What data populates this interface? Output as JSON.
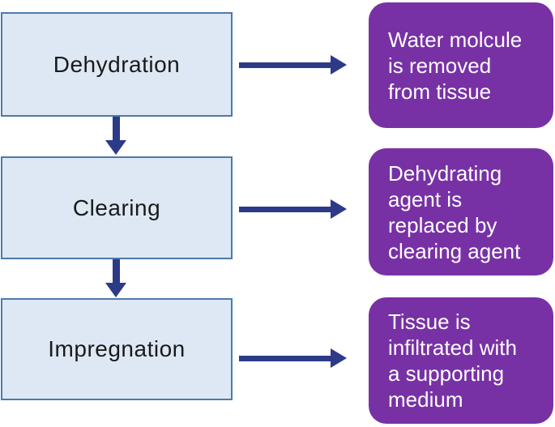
{
  "diagram": {
    "type": "flowchart",
    "steps": [
      {
        "label": "Dehydration",
        "description": "Water molcule\nis removed\nfrom tissue"
      },
      {
        "label": "Clearing",
        "description": "Dehydrating\nagent is\nreplaced by\nclearing agent"
      },
      {
        "label": "Impregnation",
        "description": "Tissue is\ninfiltrated with\na supporting\nmedium"
      }
    ],
    "colors": {
      "background": "#ffffff",
      "process_box_fill": "#dee8f4",
      "process_box_border": "#4d7aa9",
      "description_box_fill": "#7831a5",
      "description_text": "#ffffff",
      "label_text": "#1a1a1a",
      "arrow": "#2c3a88"
    }
  }
}
